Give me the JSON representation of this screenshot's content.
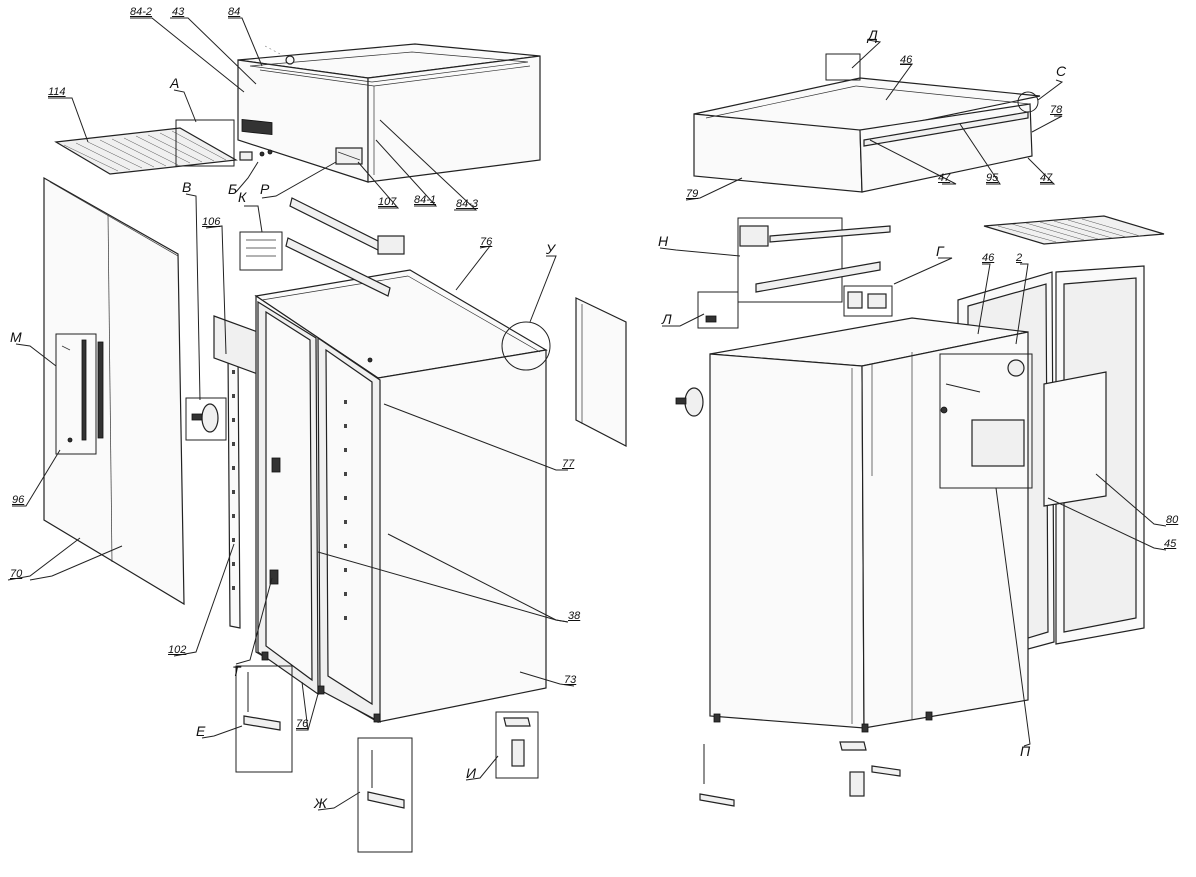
{
  "callouts": {
    "c84_2": "84-2",
    "c43": "43",
    "c84": "84",
    "c114": "114",
    "cA": "А",
    "cB": "Б",
    "cR": "Р",
    "cV": "В",
    "c106": "106",
    "cK": "К",
    "c107": "107",
    "c84_1": "84-1",
    "c84_3": "84-3",
    "c76a": "76",
    "cU": "У",
    "cM": "М",
    "c96": "96",
    "c70": "70",
    "c102": "102",
    "cT": "Т",
    "c77": "77",
    "c38": "38",
    "c73": "73",
    "cE": "Е",
    "c76b": "76",
    "cI": "И",
    "cZh": "Ж",
    "cD": "Д",
    "c46a": "46",
    "cS": "С",
    "c78": "78",
    "c79": "79",
    "c47a": "47",
    "c95": "95",
    "c47b": "47",
    "cN": "Н",
    "cG": "Г",
    "c46b": "46",
    "c2": "2",
    "cL": "Л",
    "c80": "80",
    "c45": "45",
    "cP": "П"
  }
}
